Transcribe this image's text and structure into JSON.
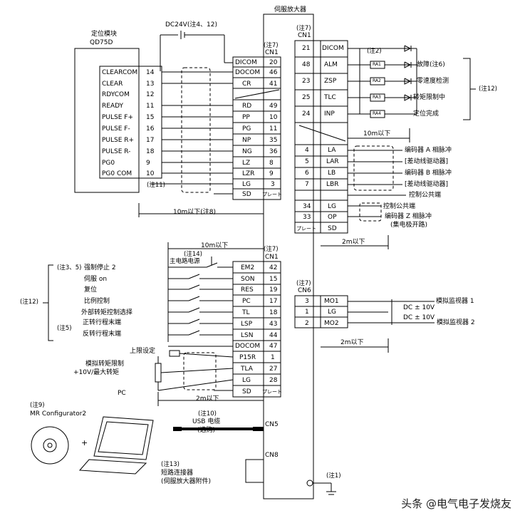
{
  "amp_title": "伺服放大器",
  "dc24v_note": "DC24V(注4、12)",
  "positioning_module": {
    "title_line1": "定位模块",
    "title_line2": "QD75D",
    "pins": [
      {
        "name": "CLEARCOM",
        "num": "14"
      },
      {
        "name": "CLEAR",
        "num": "13"
      },
      {
        "name": "RDYCOM",
        "num": "12"
      },
      {
        "name": "READY",
        "num": "11"
      },
      {
        "name": "PULSE F+",
        "num": "15"
      },
      {
        "name": "PULSE F-",
        "num": "16"
      },
      {
        "name": "PULSE R+",
        "num": "17"
      },
      {
        "name": "PULSE R-",
        "num": "18"
      },
      {
        "name": "PG0",
        "num": "9"
      },
      {
        "name": "PG0 COM",
        "num": "10"
      }
    ],
    "note11": "(注11)"
  },
  "cn1_top_left": {
    "note": "(注7)",
    "label": "CN1",
    "pins": [
      {
        "name": "DICOM",
        "num": "20"
      },
      {
        "name": "DOCOM",
        "num": "46"
      },
      {
        "name": "CR",
        "num": "41"
      },
      {
        "name": "",
        "num": ""
      },
      {
        "name": "RD",
        "num": "49"
      },
      {
        "name": "PP",
        "num": "10"
      },
      {
        "name": "PG",
        "num": "11"
      },
      {
        "name": "NP",
        "num": "35"
      },
      {
        "name": "NG",
        "num": "36"
      },
      {
        "name": "LZ",
        "num": "8"
      },
      {
        "name": "LZR",
        "num": "9"
      },
      {
        "name": "LG",
        "num": "3"
      },
      {
        "name": "SD",
        "num": "プレート"
      }
    ]
  },
  "dist_10m": "10m以下(注8)",
  "cn1_top_right": {
    "note": "(注7)",
    "label": "CN1",
    "outputs": [
      {
        "num": "21",
        "name": "DICOM"
      },
      {
        "num": "48",
        "name": "ALM"
      },
      {
        "num": "23",
        "name": "ZSP"
      },
      {
        "num": "25",
        "name": "TLC"
      },
      {
        "num": "24",
        "name": "INP"
      }
    ],
    "encoder": [
      {
        "num": "4",
        "name": "LA"
      },
      {
        "num": "5",
        "name": "LAR"
      },
      {
        "num": "6",
        "name": "LB"
      },
      {
        "num": "7",
        "name": "LBR"
      }
    ],
    "extra": [
      {
        "num": "34",
        "name": "LG"
      },
      {
        "num": "33",
        "name": "OP"
      },
      {
        "num": "プレート",
        "name": "SD"
      }
    ]
  },
  "note2": "(注2)",
  "relays": [
    "RA1",
    "RA2",
    "RA3",
    "RA4"
  ],
  "output_labels": [
    "故障(注6)",
    "零速度检测",
    "转矩限制中",
    "定位完成"
  ],
  "note12_right": "(注12)",
  "dist_right_10m": "10m以下",
  "encoder_labels": [
    "编码器 A 相脉冲",
    "[差动线驱动器]",
    "编码器 B 相脉冲",
    "[差动线驱动器]",
    "控制公共端",
    "控制公共端",
    "编码器 Z 相脉冲",
    "(集电极开路)"
  ],
  "dist_2m_a": "2m以下",
  "cn1_mid": {
    "dist": "10m以下",
    "note": "(注7)",
    "label": "CN1",
    "note14": "(注14)",
    "main_power": "主电路电源",
    "pins": [
      {
        "name": "EM2",
        "num": "42"
      },
      {
        "name": "SON",
        "num": "15"
      },
      {
        "name": "RES",
        "num": "19"
      },
      {
        "name": "PC",
        "num": "17"
      },
      {
        "name": "TL",
        "num": "18"
      },
      {
        "name": "LSP",
        "num": "43"
      },
      {
        "name": "LSN",
        "num": "44"
      },
      {
        "name": "DOCOM",
        "num": "47"
      },
      {
        "name": "P15R",
        "num": "1"
      },
      {
        "name": "TLA",
        "num": "27"
      },
      {
        "name": "LG",
        "num": "28"
      },
      {
        "name": "SD",
        "num": "プレート"
      }
    ]
  },
  "input_labels": {
    "note35": "(注3、5)",
    "items": [
      "强制停止 2",
      "伺服 on",
      "复位",
      "比例控制",
      "外部转矩控制选择",
      "正转行程末端",
      "反转行程末端"
    ],
    "note12": "(注12)",
    "note5": "(注5)"
  },
  "torque": {
    "upper_setting": "上限设定",
    "label_line1": "模拟转矩限制",
    "label_line2": "+10V/最大转矩"
  },
  "dist_2m_b": "2m以下",
  "cn6": {
    "note": "(注7)",
    "label": "CN6",
    "pins": [
      {
        "num": "3",
        "name": "MO1"
      },
      {
        "num": "1",
        "name": "LG"
      },
      {
        "num": "2",
        "name": "MO2"
      }
    ],
    "monitor1": "模拟监视器 1",
    "monitor2": "模拟监视器 2",
    "dc1": "DC ± 10V",
    "dc2": "DC ± 10V",
    "dist": "2m以下"
  },
  "pc": {
    "label": "PC",
    "note9": "(注9)",
    "software": "MR Configurator2",
    "plus": "+"
  },
  "usb": {
    "note10": "(注10)",
    "line1": "USB 电缆",
    "line2": "(选购)",
    "cn5": "CN5",
    "cn8": "CN8"
  },
  "short_connector": {
    "note13": "(注13)",
    "line1": "短路连接器",
    "line2": "(伺服放大器附件)"
  },
  "ground_note": "(注1)",
  "watermark": "头条 @电气电子发烧友"
}
